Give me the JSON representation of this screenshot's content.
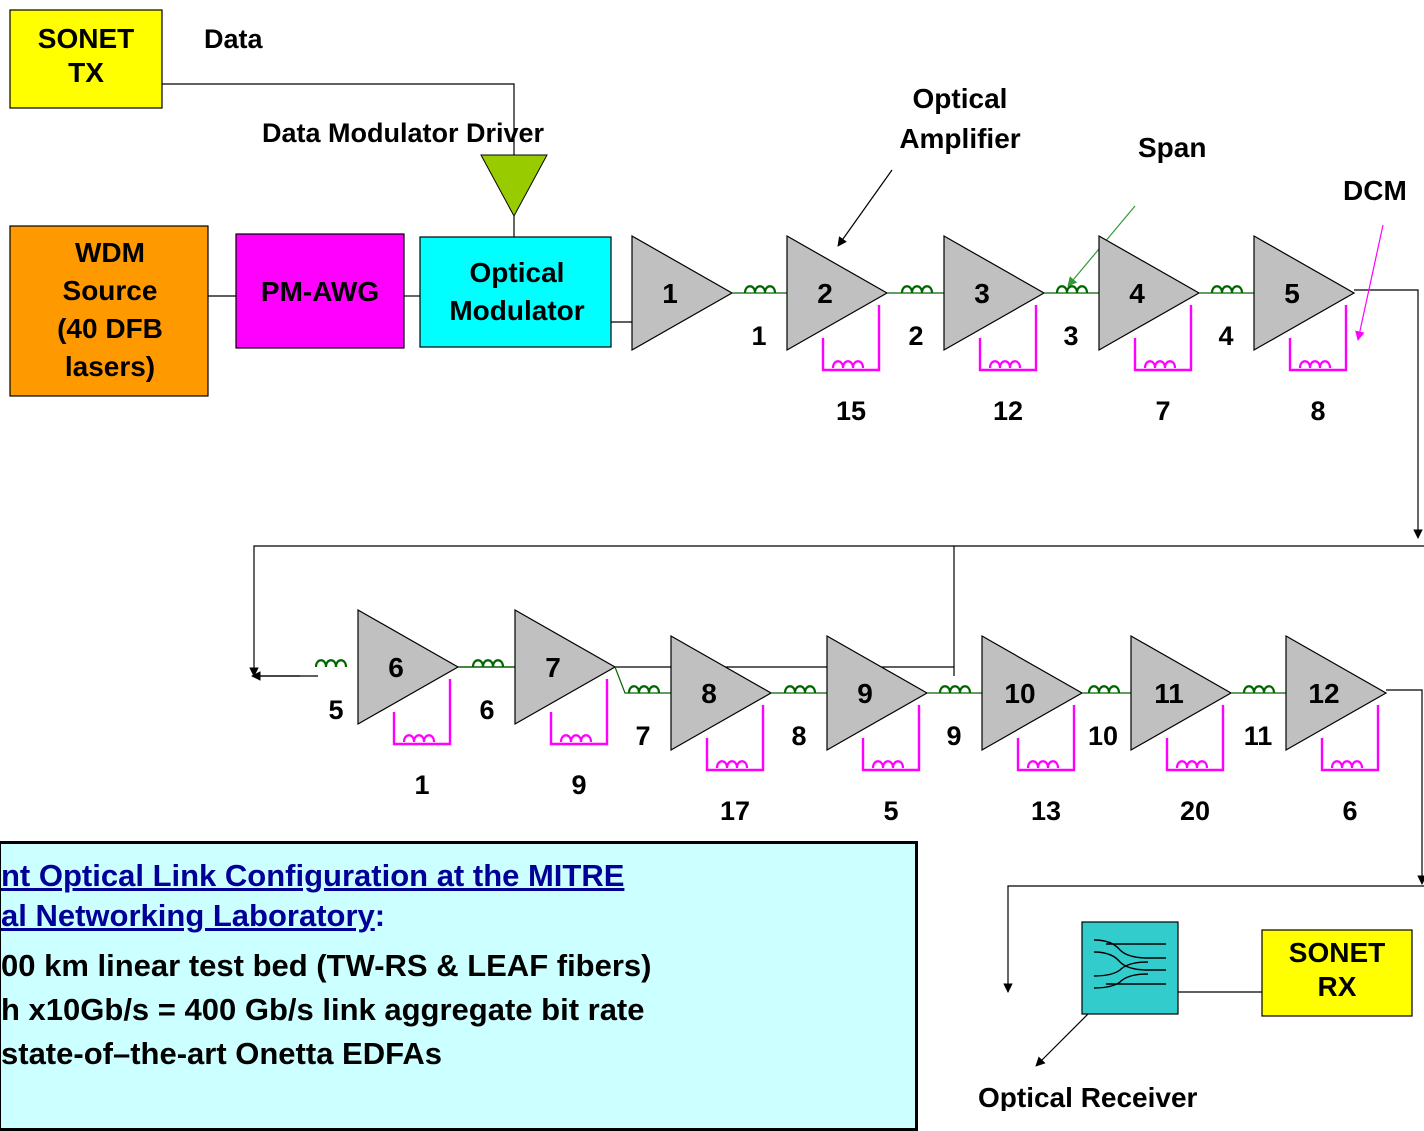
{
  "blocks": {
    "sonet_tx": "SONET\nTX",
    "wdm_source": "WDM\nSource\n(40 DFB\nlasers)",
    "pm_awg": "PM-AWG",
    "optical_modulator": "Optical\nModulator",
    "sonet_rx": "SONET\nRX"
  },
  "labels": {
    "data": "Data",
    "data_modulator_driver": "Data Modulator Driver",
    "optical_amplifier": "Optical\nAmplifier",
    "span": "Span",
    "dcm": "DCM",
    "optical_receiver": "Optical Receiver"
  },
  "row1": {
    "amplifiers": [
      "1",
      "2",
      "3",
      "4",
      "5"
    ],
    "spans": [
      "1",
      "2",
      "3",
      "4"
    ],
    "dcms": [
      "15",
      "12",
      "7",
      "8"
    ]
  },
  "row2": {
    "amplifiers": [
      "6",
      "7",
      "8",
      "9",
      "10",
      "11",
      "12"
    ],
    "spans": [
      "5",
      "6",
      "7",
      "8",
      "9",
      "10",
      "11"
    ],
    "dcms": [
      "1",
      "9",
      "17",
      "5",
      "13",
      "20",
      "6"
    ]
  },
  "caption": {
    "title_line1": "nt Optical Link Configuration at the MITRE",
    "title_line2": "al Networking Laboratory",
    "colon": ":",
    "bullet1": "00 km linear test bed (TW-RS & LEAF fibers)",
    "bullet2": "h x10Gb/s = 400 Gb/s link aggregate bit rate",
    "bullet3": "state-of–the-art Onetta EDFAs"
  },
  "colors": {
    "sonet": "#ffff00",
    "wdm_source": "#ff9900",
    "pm_awg": "#ff00ff",
    "modulator": "#00ffff",
    "driver": "#99cc00",
    "amplifier": "#c0c0c0",
    "dcm": "#ff00ff",
    "span_coil": "#006600",
    "receiver": "#33cccc",
    "caption_bg": "#ccffff",
    "caption_title": "#000099",
    "span_pointer": "#339933"
  }
}
